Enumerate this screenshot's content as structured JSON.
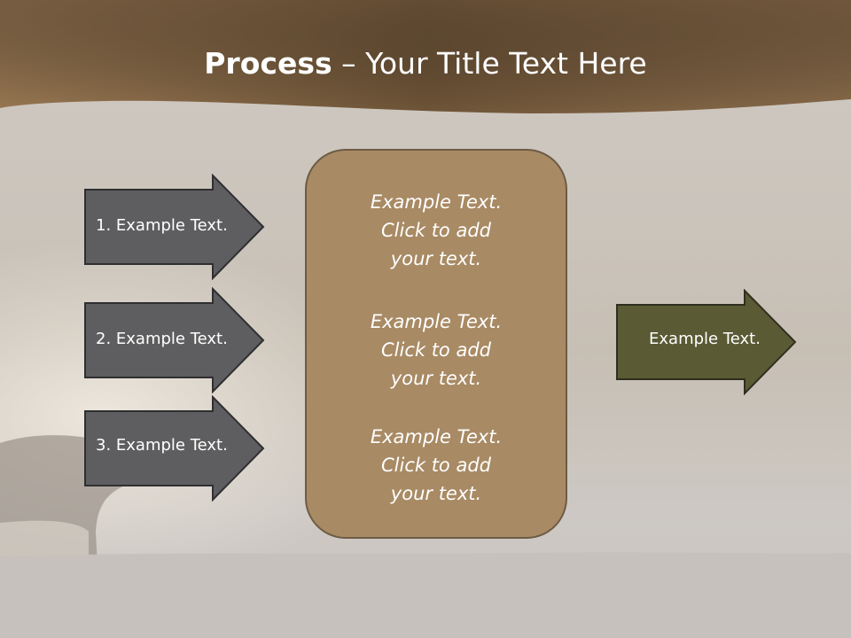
{
  "title": {
    "bold": "Process",
    "rest": " – Your Title Text Here"
  },
  "left_arrows": [
    {
      "label": "1. Example Text."
    },
    {
      "label": "2. Example Text."
    },
    {
      "label": "3. Example Text."
    }
  ],
  "center_box": {
    "blocks": [
      {
        "line1": "Example Text.",
        "line2": "Click  to add",
        "line3": "your text."
      },
      {
        "line1": "Example Text.",
        "line2": "Click  to add",
        "line3": "your text."
      },
      {
        "line1": "Example Text.",
        "line2": "Click  to add",
        "line3": "your text."
      }
    ]
  },
  "right_arrow": {
    "label": "Example Text."
  },
  "colors": {
    "header_band": "#8a6a48",
    "left_arrow_fill": "#5e5d5f",
    "center_box_fill": "#a88a64",
    "right_arrow_fill": "#5a5a34"
  }
}
